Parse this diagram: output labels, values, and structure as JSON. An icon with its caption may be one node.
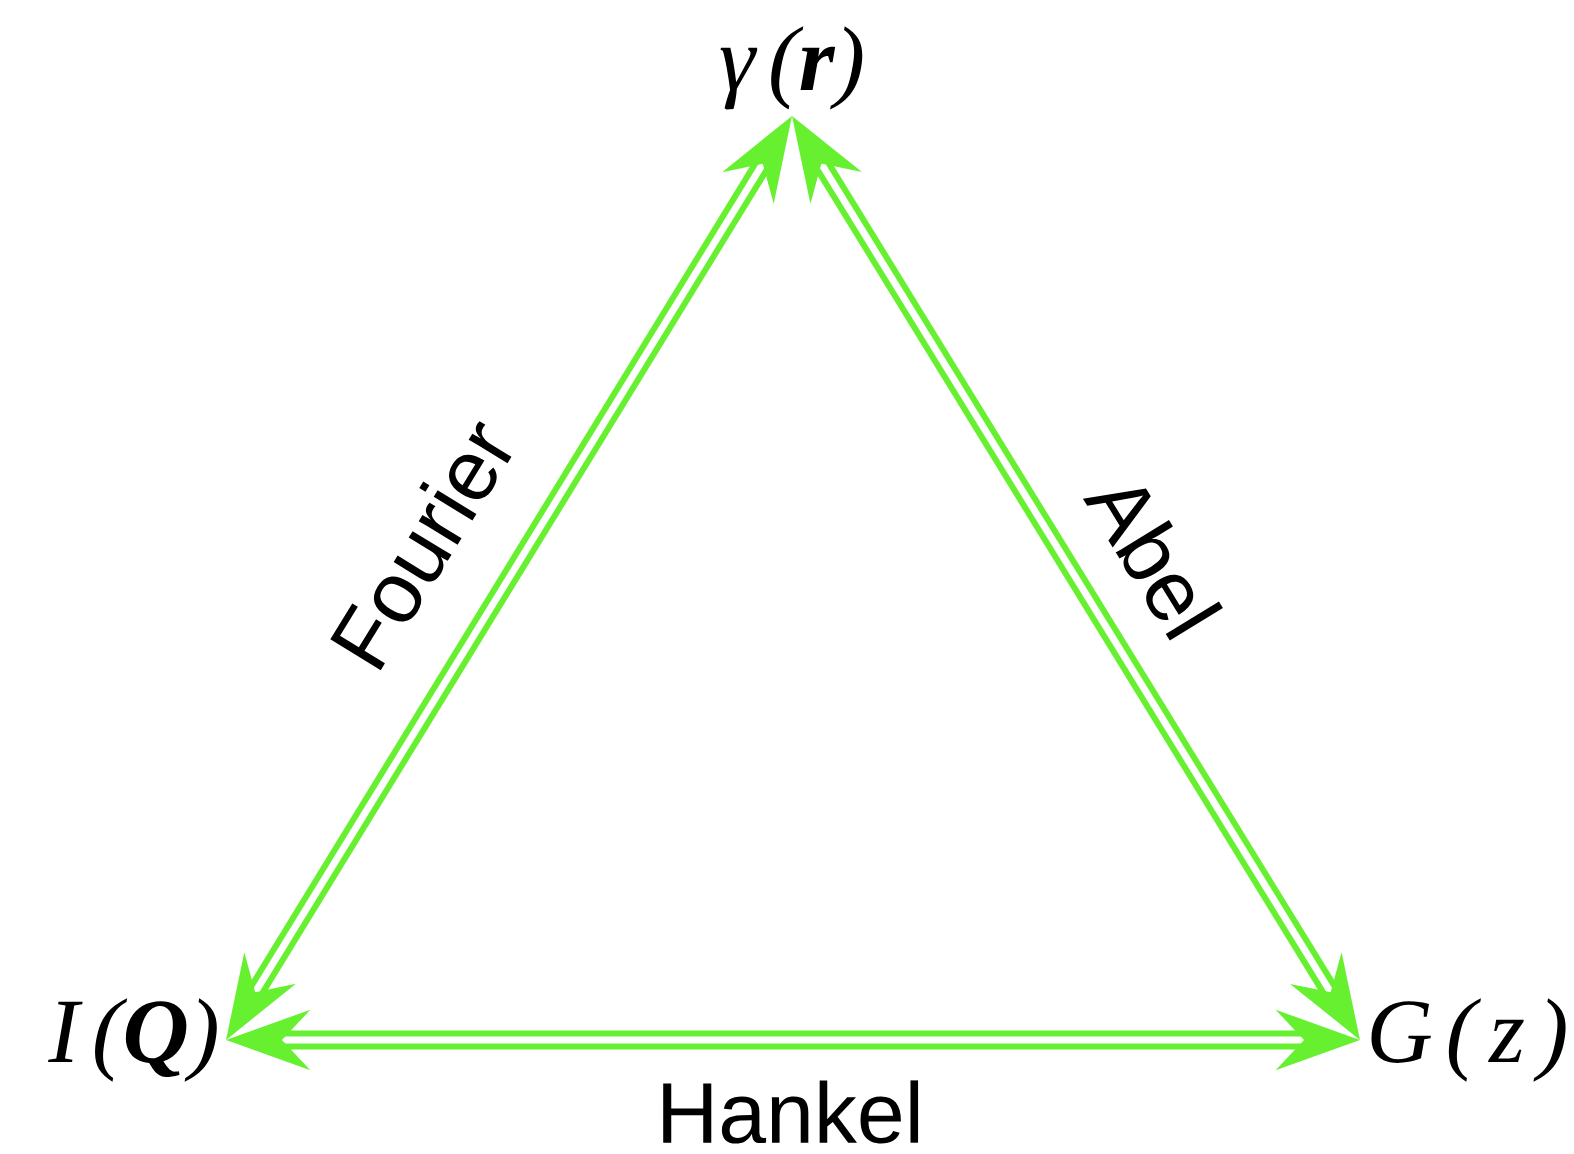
{
  "diagram": {
    "nodes": [
      {
        "text": [
          "γ(**r**)"
        ]
      },
      {
        "text": [
          "I(**Q**)"
        ]
      },
      {
        "text": [
          "G(z)"
        ]
      }
    ],
    "edges": [
      {
        "from": 1,
        "to": 0,
        "arrow": "both",
        "label": "Fourier"
      },
      {
        "from": 0,
        "to": 2,
        "arrow": "both",
        "label": "Abel"
      },
      {
        "from": 1,
        "to": 2,
        "arrow": "both",
        "label": "Hankel"
      }
    ]
  }
}
